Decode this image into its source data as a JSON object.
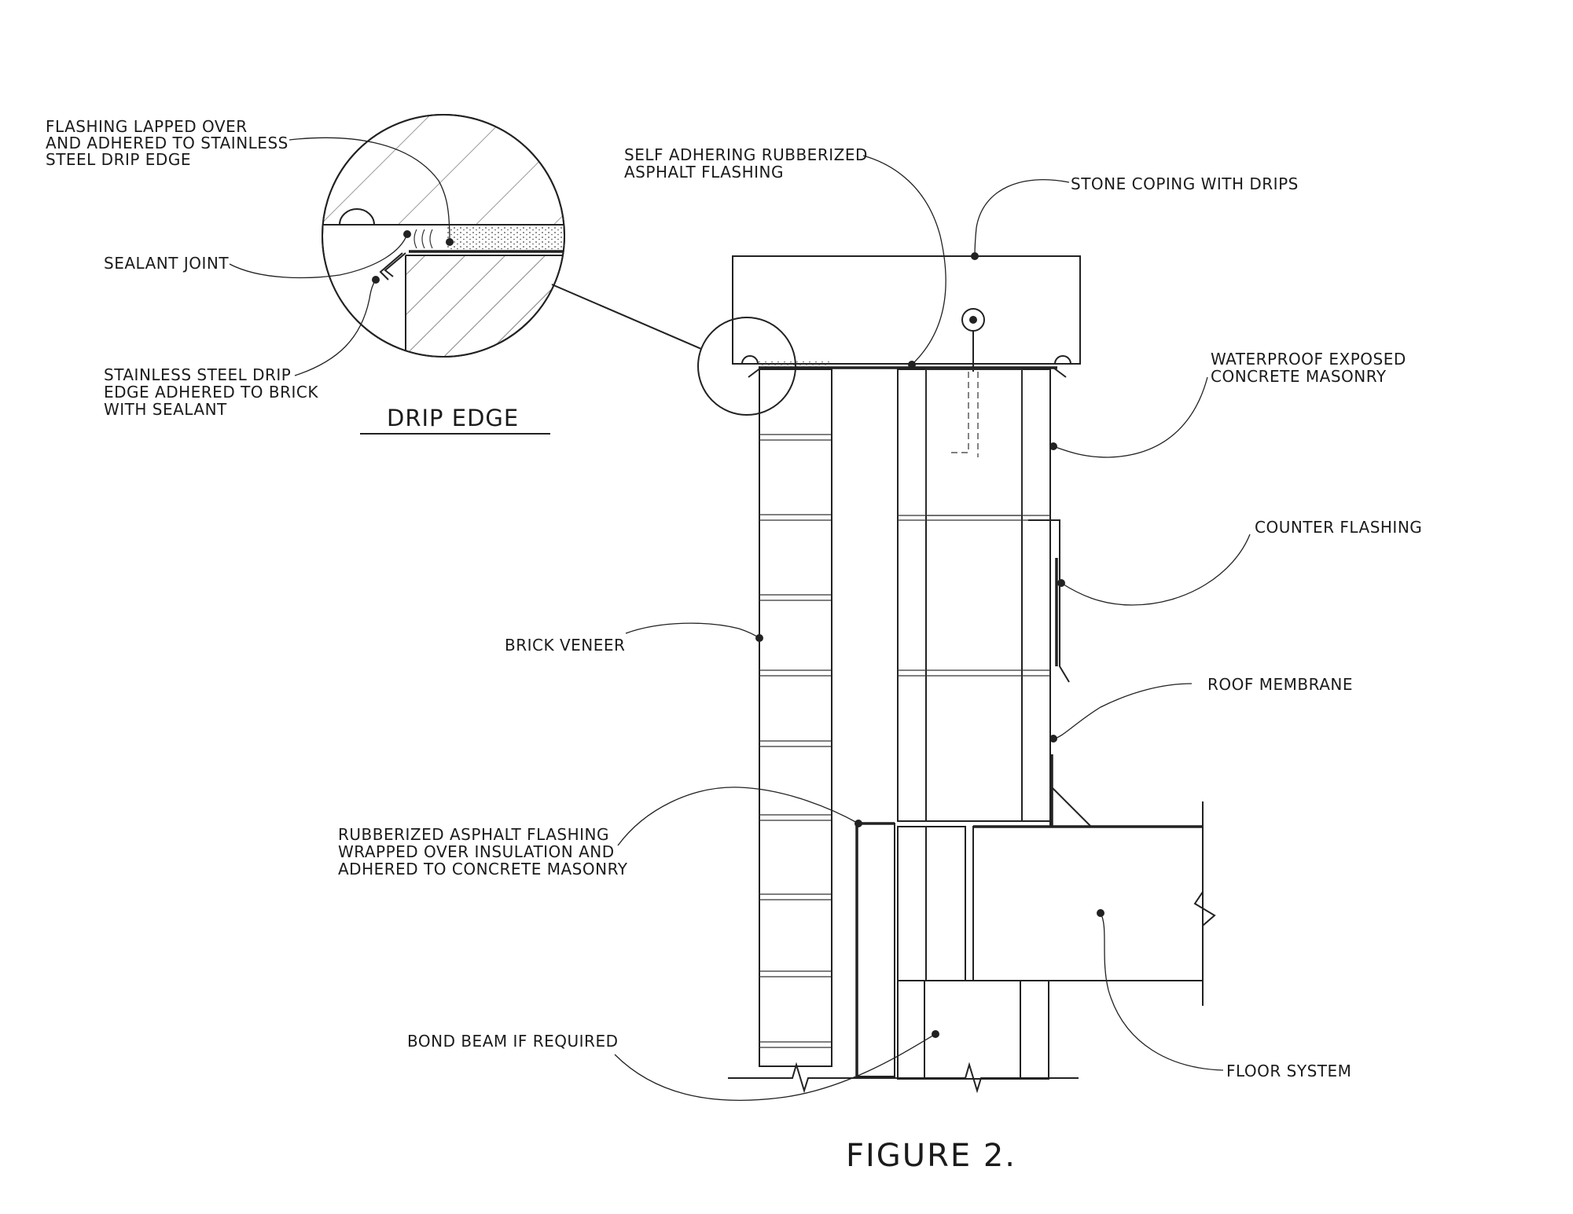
{
  "figure": {
    "caption": "FIGURE 2.",
    "detail_title": "DRIP EDGE"
  },
  "labels": {
    "flashing_lapped": [
      "FLASHING LAPPED OVER",
      "AND ADHERED TO STAINLESS",
      "STEEL DRIP EDGE"
    ],
    "sealant_joint": [
      "SEALANT JOINT"
    ],
    "stainless_drip_edge": [
      "STAINLESS STEEL DRIP",
      "EDGE ADHERED TO BRICK",
      "WITH SEALANT"
    ],
    "self_adhering_flashing": [
      "SELF ADHERING RUBBERIZED",
      "ASPHALT FLASHING"
    ],
    "stone_coping": [
      "STONE COPING WITH DRIPS"
    ],
    "waterproof_masonry": [
      "WATERPROOF EXPOSED",
      "CONCRETE MASONRY"
    ],
    "counter_flashing": [
      "COUNTER FLASHING"
    ],
    "brick_veneer": [
      "BRICK VENEER"
    ],
    "roof_membrane": [
      "ROOF MEMBRANE"
    ],
    "rubberized_flashing_wrapped": [
      "RUBBERIZED ASPHALT FLASHING",
      "WRAPPED OVER INSULATION AND",
      "ADHERED TO CONCRETE MASONRY"
    ],
    "bond_beam": [
      "BOND BEAM IF REQUIRED"
    ],
    "floor_system": [
      "FLOOR SYSTEM"
    ]
  }
}
